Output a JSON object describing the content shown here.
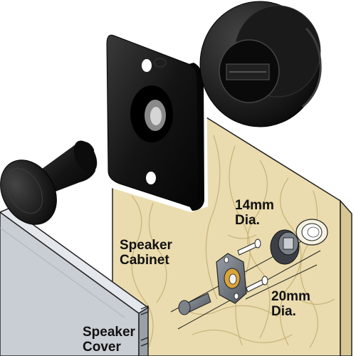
{
  "labels": {
    "dia_14": [
      "14mm",
      "Dia."
    ],
    "speaker_cabinet": [
      "Speaker",
      "Cabinet"
    ],
    "dia_20": [
      "20mm",
      "Dia."
    ],
    "speaker_cover": [
      "Speaker",
      "Cover"
    ]
  },
  "colors": {
    "cabinet_wood": "#eadcae",
    "wood_grain": "#c8b27a",
    "cover_panel": "#c9cdd4",
    "plastic_part": "#141414",
    "outline": "#222222",
    "callout_bg": "#ffffff"
  },
  "icons": [
    "pin-part",
    "flat-bracket-part",
    "round-socket-part",
    "screw"
  ]
}
